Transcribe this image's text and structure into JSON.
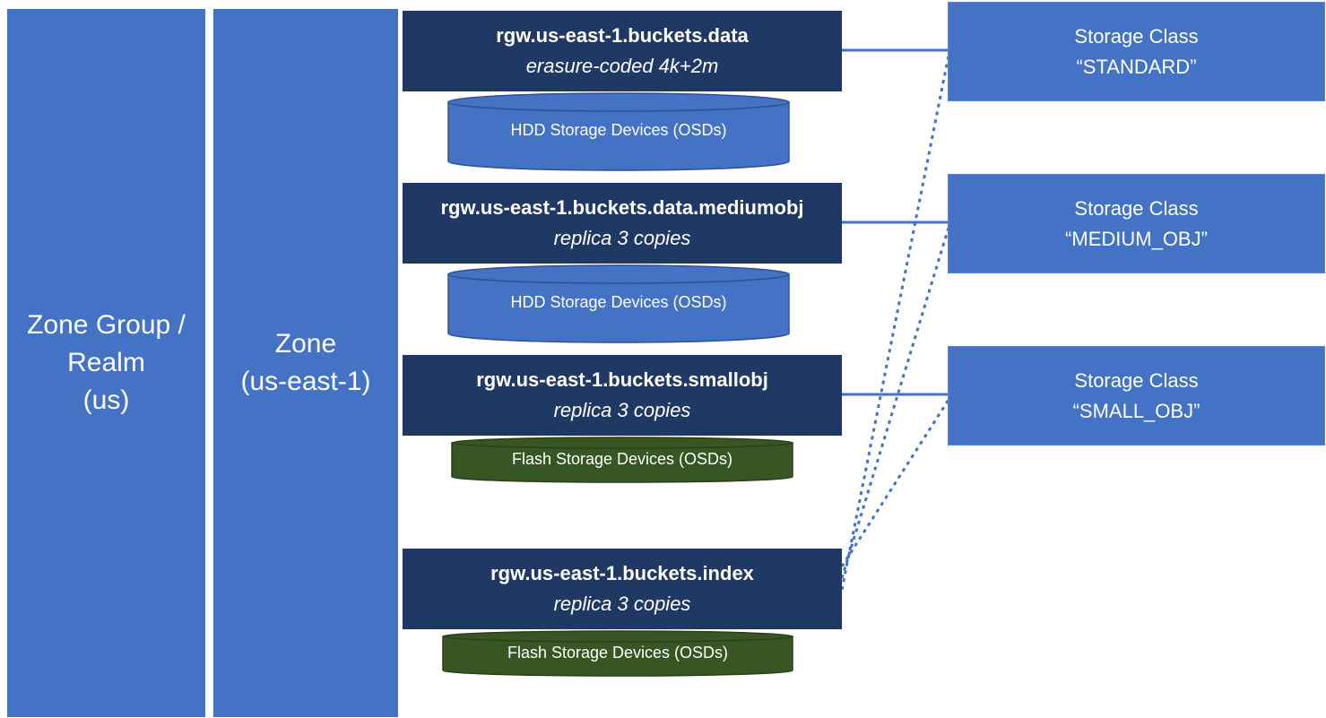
{
  "zone_group": {
    "line1": "Zone Group /",
    "line2": "Realm",
    "line3": "(us)"
  },
  "zone": {
    "line1": "Zone",
    "line2": "(us-east-1)"
  },
  "pools": [
    {
      "name": "rgw.us-east-1.buckets.data",
      "sub": "erasure-coded 4k+2m"
    },
    {
      "name": "rgw.us-east-1.buckets.data.mediumobj",
      "sub": "replica 3 copies"
    },
    {
      "name": "rgw.us-east-1.buckets.smallobj",
      "sub": "replica 3 copies"
    },
    {
      "name": "rgw.us-east-1.buckets.index",
      "sub": "replica 3 copies"
    }
  ],
  "devices": [
    {
      "label": "HDD Storage Devices (OSDs)"
    },
    {
      "label": "HDD Storage Devices (OSDs)"
    },
    {
      "label": "Flash Storage Devices (OSDs)"
    },
    {
      "label": "Flash Storage Devices (OSDs)"
    }
  ],
  "storage_classes": [
    {
      "line1": "Storage Class",
      "line2": "“STANDARD”"
    },
    {
      "line1": "Storage Class",
      "line2": "“MEDIUM_OBJ”"
    },
    {
      "line1": "Storage Class",
      "line2": "“SMALL_OBJ”"
    }
  ],
  "colors": {
    "blue": "#4472c4",
    "navy": "#203864",
    "hdd_fill": "#4472c4",
    "flash_fill": "#375623",
    "link": "#4472c4"
  }
}
